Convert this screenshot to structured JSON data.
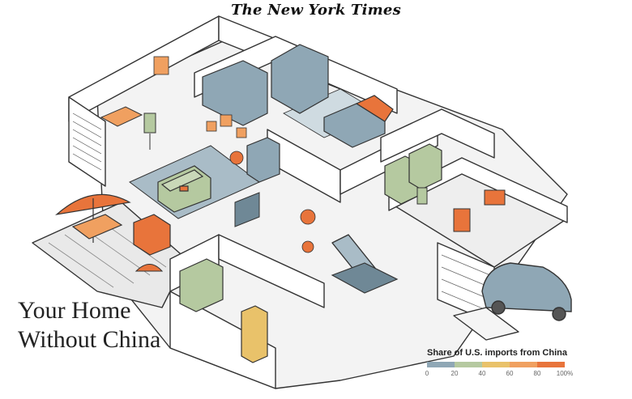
{
  "masthead": "The New York Times",
  "title": {
    "line1": "Your Home",
    "line2": "Without China"
  },
  "legend": {
    "title": "Share of U.S. imports from China",
    "ticks": [
      "0",
      "20",
      "40",
      "60",
      "80",
      "100%"
    ],
    "colors": [
      "#8fa7b5",
      "#b5c9a0",
      "#e9c26a",
      "#f0a060",
      "#e8743b"
    ]
  },
  "colors": {
    "outline": "#333333",
    "floor": "#f2f2f2",
    "rug": "#a9bcc7",
    "slate": "#8fa7b5",
    "sage": "#b5c9a0",
    "mustard": "#e9c26a",
    "orange": "#f0a060",
    "red_orange": "#e8743b"
  }
}
